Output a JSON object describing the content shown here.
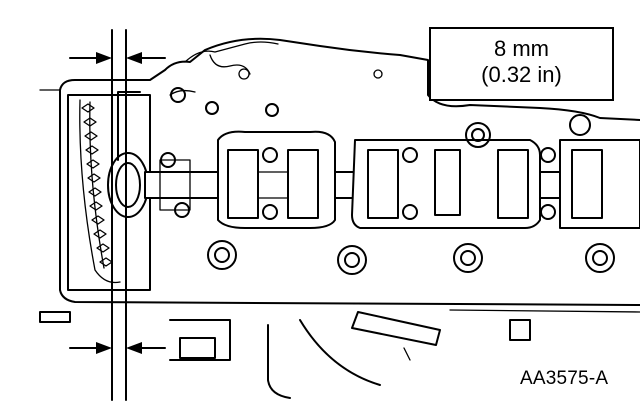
{
  "figure": {
    "callout": {
      "value_metric": "8 mm",
      "value_imperial": "(0.32 in)"
    },
    "figure_id": "AA3575-A"
  }
}
